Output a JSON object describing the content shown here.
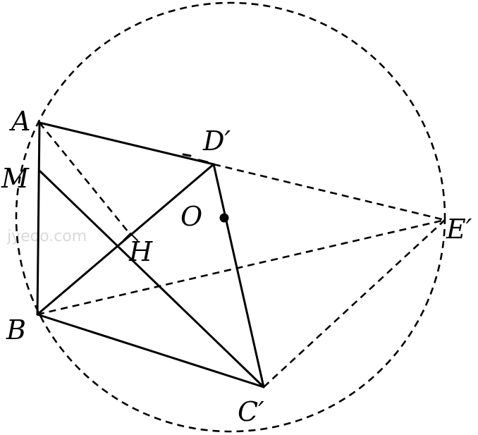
{
  "figure": {
    "labels": {
      "A": "A",
      "M": "M",
      "B": "B",
      "C": "C′",
      "D": "D′",
      "E": "E′",
      "O": "O",
      "H": "H"
    },
    "watermark": "jyeoo.com"
  }
}
